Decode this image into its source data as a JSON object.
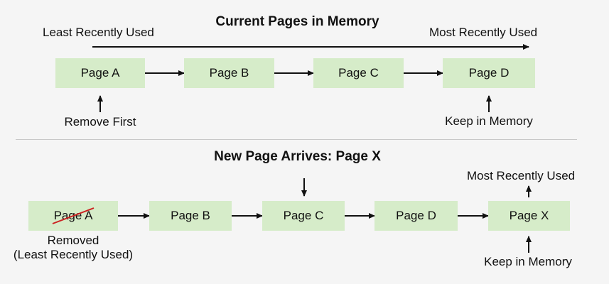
{
  "top": {
    "title": "Current Pages in Memory",
    "lru_label": "Least Recently Used",
    "mru_label": "Most Recently Used",
    "pages": [
      "Page A",
      "Page B",
      "Page C",
      "Page D"
    ],
    "remove_first": "Remove First",
    "keep_in_memory": "Keep in Memory"
  },
  "bottom": {
    "title": "New Page Arrives: Page X",
    "pages": [
      "Page A",
      "Page B",
      "Page C",
      "Page D",
      "Page X"
    ],
    "removed_line1": "Removed",
    "removed_line2": "(Least Recently Used)",
    "mru_label": "Most Recently Used",
    "keep_in_memory": "Keep in Memory"
  },
  "colors": {
    "box_fill": "#d6ecc9",
    "strike": "#cc2222",
    "arrow": "#111111",
    "background": "#f5f5f5"
  }
}
